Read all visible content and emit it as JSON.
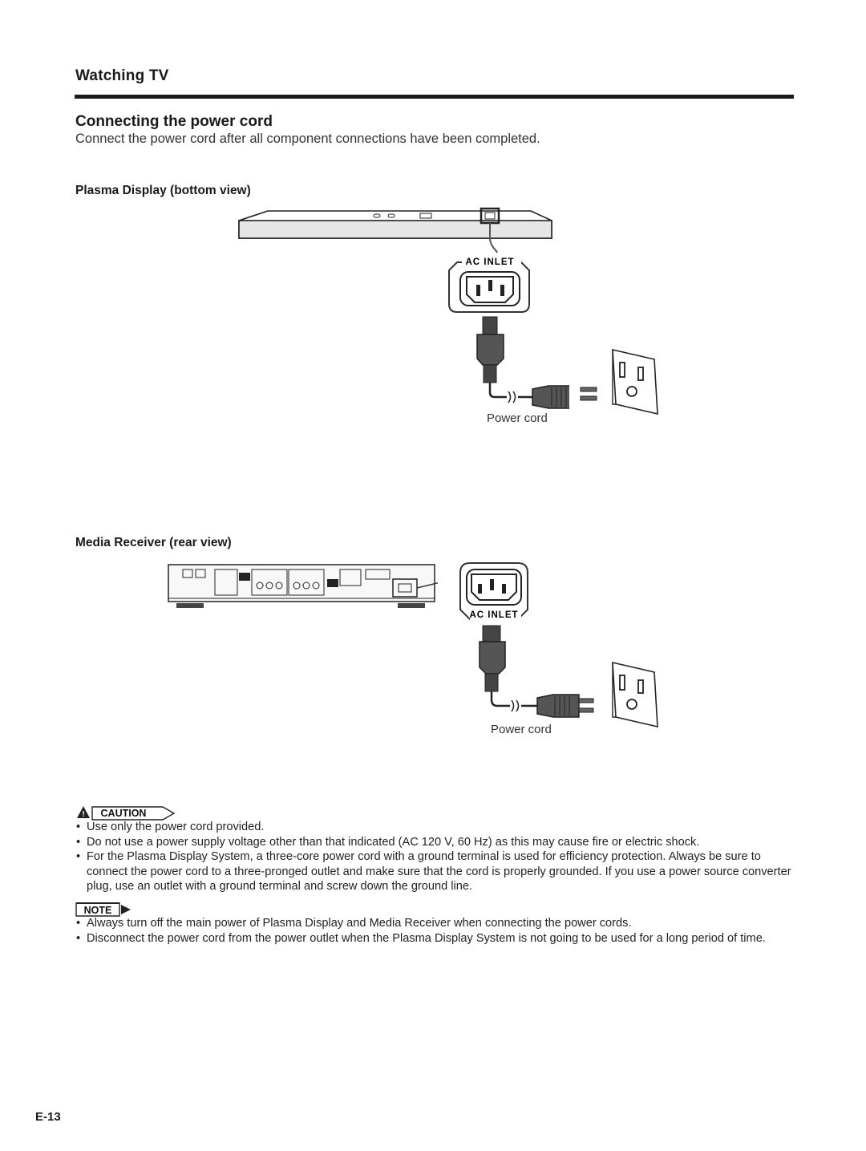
{
  "header": {
    "section_title": "Watching TV",
    "page_title": "Connecting the power cord",
    "intro": "Connect the power cord after all component connections have been completed."
  },
  "figures": {
    "plasma": {
      "label": "Plasma Display (bottom view)",
      "inlet_label": "AC INLET",
      "cord_label": "Power cord"
    },
    "receiver": {
      "label": "Media Receiver (rear view)",
      "inlet_label": "AC INLET",
      "cord_label": "Power cord"
    }
  },
  "caution": {
    "badge": "CAUTION",
    "items": [
      "Use only the power cord provided.",
      "Do not use a power supply voltage other than that indicated (AC 120 V, 60 Hz) as this may cause fire or electric shock.",
      "For the Plasma Display System, a three-core power cord with a ground terminal is used for efficiency protection. Always be sure to connect the power cord to a three-pronged outlet and make sure that the cord is properly grounded. If you use a power source converter plug, use an outlet with a ground terminal and screw down the ground line."
    ]
  },
  "note": {
    "badge": "NOTE",
    "items": [
      "Always turn off the main power of Plasma Display and Media Receiver when connecting the power cords.",
      "Disconnect the power cord from the power outlet when the Plasma Display System is not going to be used for a long period of time."
    ]
  },
  "footer": {
    "page_number": "E-13"
  }
}
